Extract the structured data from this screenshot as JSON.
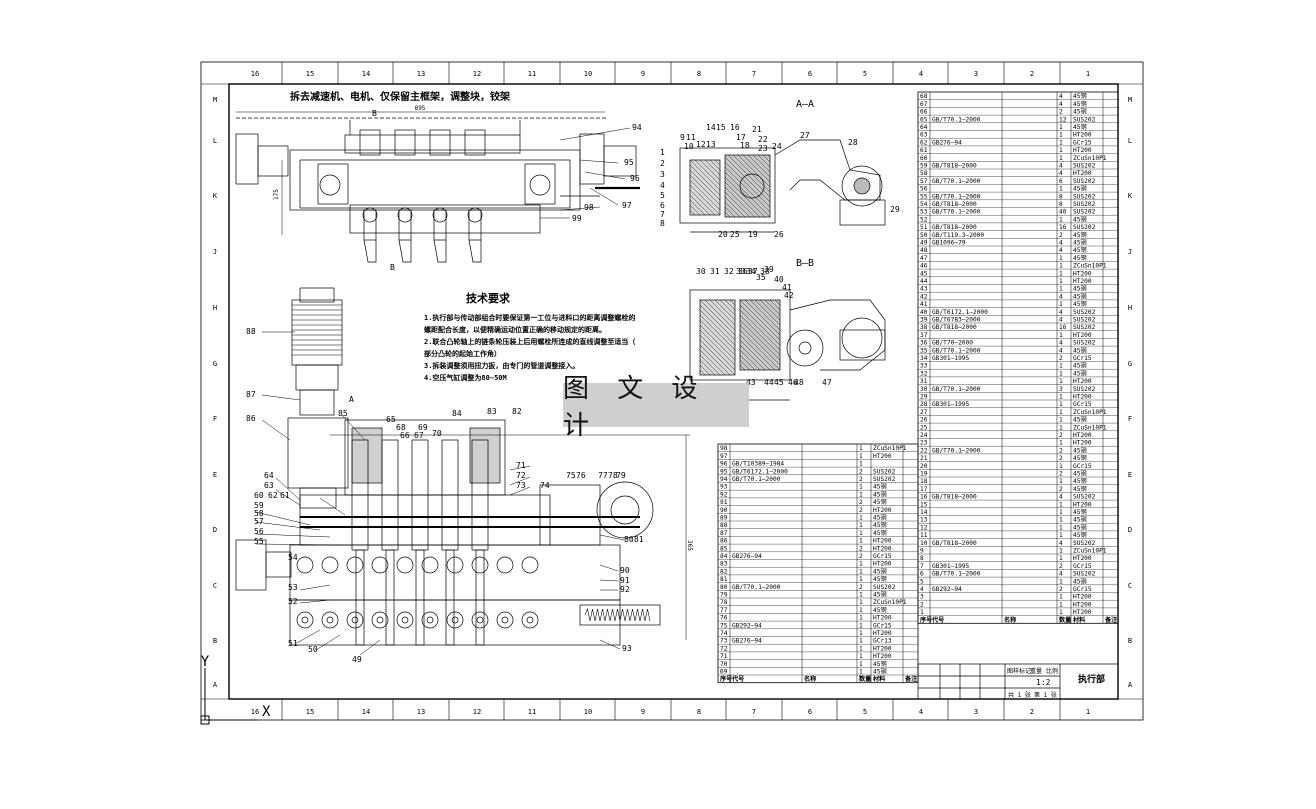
{
  "watermark": "图 文 设 计",
  "border": {
    "cols": [
      "16",
      "15",
      "14",
      "13",
      "12",
      "11",
      "10",
      "9",
      "8",
      "7",
      "6",
      "5",
      "4",
      "3",
      "2",
      "1"
    ],
    "rows": [
      "M",
      "L",
      "K",
      "J",
      "H",
      "G",
      "F",
      "E",
      "D",
      "C",
      "B",
      "A"
    ]
  },
  "views": {
    "top_note": "拆去减速机、电机、仅保留主框架，调整块，铰架",
    "section_aa": "A—A",
    "section_bb": "B—B",
    "mark_a": "A",
    "mark_b": "B"
  },
  "tech_req": {
    "title": "技术要求",
    "lines": [
      "1.执行部与传动部组合时要保证第一工位与进料口的距离调整螺栓的",
      "螺距配合长度，以便精确运动位置正确的移动规定的距离。",
      "2.联合凸轮轴上的链条轮压装上后用螺栓所连成的直线调整至适当（",
      "部分凸轮的起始工作角）",
      "3.拆装调整须用扭力扳，由专门的管道调整接入。",
      "4.空压气缸调整为80~50M"
    ]
  },
  "parts_right": {
    "rows": [
      [
        "68",
        "",
        "",
        "4",
        "45钢"
      ],
      [
        "67",
        "",
        "",
        "4",
        "45钢"
      ],
      [
        "66",
        "",
        "",
        "2",
        "45钢"
      ],
      [
        "65",
        "GB/T70.1—2000",
        "",
        "12",
        "SUS202"
      ],
      [
        "64",
        "",
        "",
        "1",
        "45钢"
      ],
      [
        "63",
        "",
        "",
        "1",
        "HT200"
      ],
      [
        "62",
        "GB276—94",
        "",
        "1",
        "GCr15"
      ],
      [
        "61",
        "",
        "",
        "1",
        "HT200"
      ],
      [
        "60",
        "",
        "",
        "1",
        "ZCuSn10P1"
      ],
      [
        "59",
        "GB/T818—2000",
        "",
        "4",
        "SUS202"
      ],
      [
        "58",
        "",
        "",
        "4",
        "HT200"
      ],
      [
        "57",
        "GB/T70.1—2000",
        "",
        "6",
        "SUS202"
      ],
      [
        "56",
        "",
        "",
        "1",
        "45钢"
      ],
      [
        "55",
        "GB/T70.1—2000",
        "",
        "8",
        "SUS202"
      ],
      [
        "54",
        "GB/T818—2000",
        "",
        "8",
        "SUS202"
      ],
      [
        "53",
        "GB/T70.1—2000",
        "",
        "40",
        "SUS202"
      ],
      [
        "52",
        "",
        "",
        "1",
        "45钢"
      ],
      [
        "51",
        "GB/T818—2000",
        "",
        "16",
        "SUS202"
      ],
      [
        "50",
        "GB/T119.3—2000",
        "",
        "2",
        "45钢"
      ],
      [
        "49",
        "GB1096—79",
        "",
        "4",
        "45钢"
      ],
      [
        "48",
        "",
        "",
        "4",
        "45钢"
      ],
      [
        "47",
        "",
        "",
        "1",
        "45钢"
      ],
      [
        "46",
        "",
        "",
        "1",
        "ZCuSn10P1"
      ],
      [
        "45",
        "",
        "",
        "1",
        "HT200"
      ],
      [
        "44",
        "",
        "",
        "1",
        "HT200"
      ],
      [
        "43",
        "",
        "",
        "1",
        "45钢"
      ],
      [
        "42",
        "",
        "",
        "4",
        "45钢"
      ],
      [
        "41",
        "",
        "",
        "1",
        "45钢"
      ],
      [
        "40",
        "GB/T6172.1—2000",
        "",
        "4",
        "SUS202"
      ],
      [
        "39",
        "GB/T6783—2000",
        "",
        "4",
        "SUS202"
      ],
      [
        "38",
        "GB/T818—2000",
        "",
        "16",
        "SUS202"
      ],
      [
        "37",
        "",
        "",
        "1",
        "HT200"
      ],
      [
        "36",
        "GB/T70—2000",
        "",
        "4",
        "SUS202"
      ],
      [
        "35",
        "GB/T70.1—2000",
        "",
        "4",
        "45钢"
      ],
      [
        "34",
        "GB301—1995",
        "",
        "2",
        "GCr15"
      ],
      [
        "33",
        "",
        "",
        "1",
        "45钢"
      ],
      [
        "32",
        "",
        "",
        "1",
        "45钢"
      ],
      [
        "31",
        "",
        "",
        "1",
        "HT200"
      ],
      [
        "30",
        "GB/T70.1—2000",
        "",
        "3",
        "SUS202"
      ],
      [
        "29",
        "",
        "",
        "1",
        "HT200"
      ],
      [
        "28",
        "GB301—1995",
        "",
        "1",
        "GCr15"
      ],
      [
        "27",
        "",
        "",
        "1",
        "ZCuSn10P1"
      ],
      [
        "26",
        "",
        "",
        "1",
        "45钢"
      ],
      [
        "25",
        "",
        "",
        "1",
        "ZCuSn10P1"
      ],
      [
        "24",
        "",
        "",
        "2",
        "HT200"
      ],
      [
        "23",
        "",
        "",
        "1",
        "HT200"
      ],
      [
        "22",
        "GB/T70.1—2000",
        "",
        "2",
        "45钢"
      ],
      [
        "21",
        "",
        "",
        "2",
        "45钢"
      ],
      [
        "20",
        "",
        "",
        "1",
        "GCr15"
      ],
      [
        "19",
        "",
        "",
        "2",
        "45钢"
      ],
      [
        "18",
        "",
        "",
        "1",
        "45钢"
      ],
      [
        "17",
        "",
        "",
        "2",
        "45钢"
      ],
      [
        "16",
        "GB/T818—2000",
        "",
        "4",
        "SUS202"
      ],
      [
        "15",
        "",
        "",
        "1",
        "HT200"
      ],
      [
        "14",
        "",
        "",
        "1",
        "45钢"
      ],
      [
        "13",
        "",
        "",
        "1",
        "45钢"
      ],
      [
        "12",
        "",
        "",
        "1",
        "45钢"
      ],
      [
        "11",
        "",
        "",
        "1",
        "45钢"
      ],
      [
        "10",
        "GB/T818—2000",
        "",
        "4",
        "SUS202"
      ],
      [
        "9",
        "",
        "",
        "1",
        "ZCuSn10P1"
      ],
      [
        "8",
        "",
        "",
        "1",
        "HT200"
      ],
      [
        "7",
        "GB301—1995",
        "",
        "2",
        "GCr15"
      ],
      [
        "6",
        "GB/T70.1—2000",
        "",
        "4",
        "SUS202"
      ],
      [
        "5",
        "",
        "",
        "1",
        "45钢"
      ],
      [
        "4",
        "GB292—94",
        "",
        "2",
        "GCr15"
      ],
      [
        "3",
        "",
        "",
        "1",
        "HT200"
      ],
      [
        "2",
        "",
        "",
        "1",
        "HT200"
      ],
      [
        "1",
        "",
        "",
        "1",
        "HT200"
      ]
    ],
    "header": [
      "序号",
      "代号",
      "名称",
      "数量",
      "材料",
      "备注"
    ]
  },
  "parts_mid": {
    "rows": [
      [
        "98",
        "",
        "",
        "1",
        "ZCuSn10P1"
      ],
      [
        "97",
        "",
        "",
        "1",
        "HT200"
      ],
      [
        "96",
        "GB/T10389—1984",
        "",
        "1",
        ""
      ],
      [
        "95",
        "GB/T6172.1—2000",
        "",
        "2",
        "SUS202"
      ],
      [
        "94",
        "GB/T70.1—2000",
        "",
        "2",
        "SUS202"
      ],
      [
        "93",
        "",
        "",
        "1",
        "45钢"
      ],
      [
        "92",
        "",
        "",
        "1",
        "45钢"
      ],
      [
        "91",
        "",
        "",
        "2",
        "45钢"
      ],
      [
        "90",
        "",
        "",
        "2",
        "HT200"
      ],
      [
        "89",
        "",
        "",
        "1",
        "45钢"
      ],
      [
        "88",
        "",
        "",
        "1",
        "45钢"
      ],
      [
        "87",
        "",
        "",
        "1",
        "45钢"
      ],
      [
        "86",
        "",
        "",
        "1",
        "HT200"
      ],
      [
        "85",
        "",
        "",
        "2",
        "HT200"
      ],
      [
        "84",
        "GB276—94",
        "",
        "2",
        "GCr15"
      ],
      [
        "83",
        "",
        "",
        "1",
        "HT200"
      ],
      [
        "82",
        "",
        "",
        "1",
        "45钢"
      ],
      [
        "81",
        "",
        "",
        "1",
        "45钢"
      ],
      [
        "80",
        "GB/T70.1—2000",
        "",
        "2",
        "SUS202"
      ],
      [
        "79",
        "",
        "",
        "1",
        "45钢"
      ],
      [
        "78",
        "",
        "",
        "1",
        "ZCuSn10P1"
      ],
      [
        "77",
        "",
        "",
        "1",
        "45钢"
      ],
      [
        "76",
        "",
        "",
        "1",
        "HT200"
      ],
      [
        "75",
        "GB292—94",
        "",
        "1",
        "GCr15"
      ],
      [
        "74",
        "",
        "",
        "1",
        "HT200"
      ],
      [
        "73",
        "GB276—94",
        "",
        "1",
        "GCr13"
      ],
      [
        "72",
        "",
        "",
        "1",
        "HT200"
      ],
      [
        "71",
        "",
        "",
        "1",
        "HT200"
      ],
      [
        "70",
        "",
        "",
        "1",
        "45钢"
      ],
      [
        "69",
        "",
        "",
        "1",
        "45钢"
      ]
    ],
    "header": [
      "序号",
      "代号",
      "名称",
      "数量",
      "材料",
      "备注"
    ]
  },
  "title_block": {
    "scale": "1:2",
    "drawing_name": "执行部",
    "labels": [
      "图样标记",
      "重量",
      "比例"
    ],
    "sheet": "共 1 张",
    "sheet_no": "第 1 张"
  },
  "balloons_left": [
    "88",
    "87",
    "86",
    "85",
    "65",
    "84",
    "83",
    "82",
    "64",
    "63",
    "60",
    "62",
    "61",
    "59",
    "58",
    "57",
    "56",
    "55",
    "54",
    "53",
    "52",
    "51",
    "50",
    "49",
    "71",
    "72",
    "73",
    "74",
    "75",
    "76",
    "77",
    "78",
    "79",
    "80",
    "81",
    "90",
    "91",
    "92",
    "93",
    "68",
    "69",
    "70",
    "66",
    "67"
  ],
  "balloons_top": [
    "94",
    "95",
    "96",
    "97",
    "98",
    "99"
  ],
  "balloons_aa": [
    "1",
    "2",
    "3",
    "4",
    "5",
    "6",
    "7",
    "8",
    "9",
    "10",
    "11",
    "12",
    "13",
    "14",
    "15",
    "16",
    "17",
    "18",
    "19",
    "20",
    "21",
    "22",
    "23",
    "24",
    "25",
    "26",
    "27",
    "28",
    "29"
  ],
  "balloons_bb": [
    "30",
    "31",
    "32",
    "33",
    "34",
    "35",
    "36",
    "37",
    "38",
    "39",
    "40",
    "41",
    "42",
    "43",
    "44",
    "45",
    "46",
    "47",
    "48"
  ],
  "dims": {
    "top_len": "895",
    "top_h": "175",
    "front_h": "365"
  },
  "ucs": {
    "x": "X",
    "y": "Y"
  }
}
